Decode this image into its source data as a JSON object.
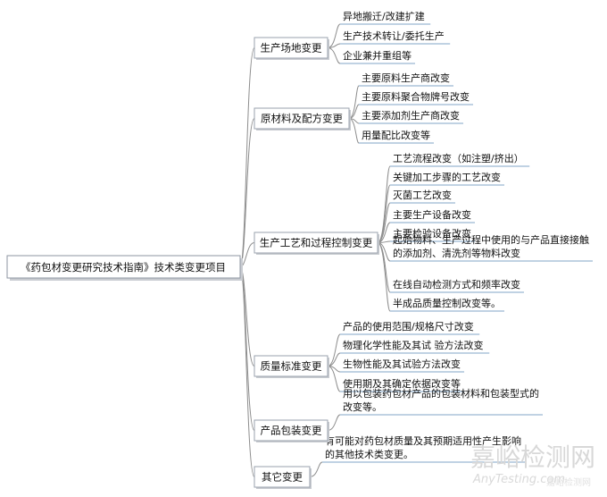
{
  "root": {
    "label": "《药包材变更研究技术指南》技术类变更项目"
  },
  "categories": [
    {
      "label": "生产场地变更",
      "items": [
        "异地搬迁/改建扩建",
        "生产技术转让/委托生产",
        "企业兼并重组等"
      ]
    },
    {
      "label": "原材料及配方变更",
      "items": [
        "主要原料生产商改变",
        "主要原料聚合物牌号改变",
        "主要添加剂生产商改变",
        "用量配比改变等"
      ]
    },
    {
      "label": "生产工艺和过程控制变更",
      "items": [
        "工艺流程改变（如注塑/挤出）",
        "关键加工步骤的工艺改变",
        "灭菌工艺改变",
        "主要生产设备改变",
        "主要检验设备改变",
        [
          "起始物料、生产过程中使用的与产品直接接触",
          "的添加剂、清洗剂等物料改变"
        ],
        "在线自动检测方式和频率改变",
        "半成品质量控制改变等。"
      ]
    },
    {
      "label": "质量标准变更",
      "items": [
        "产品的使用范围/规格尺寸改变",
        "物理化学性能及其试 验方法改变",
        "生物性能及其试验方法改变",
        "使用期及其确定依据改变等"
      ]
    },
    {
      "label": "产品包装变更",
      "items": [
        [
          "用以包装药包材产品的包装材料和包装型式的",
          "改变等。"
        ]
      ]
    },
    {
      "label": "其它变更",
      "items": [
        [
          "有可能对药包材质量及其预期适用性产生影响",
          "的其他技术类变更。"
        ]
      ]
    }
  ],
  "watermark": {
    "line1": "嘉峪检测网",
    "line2": "AnyTesting.com",
    "line3": "嘉峪检测网"
  }
}
